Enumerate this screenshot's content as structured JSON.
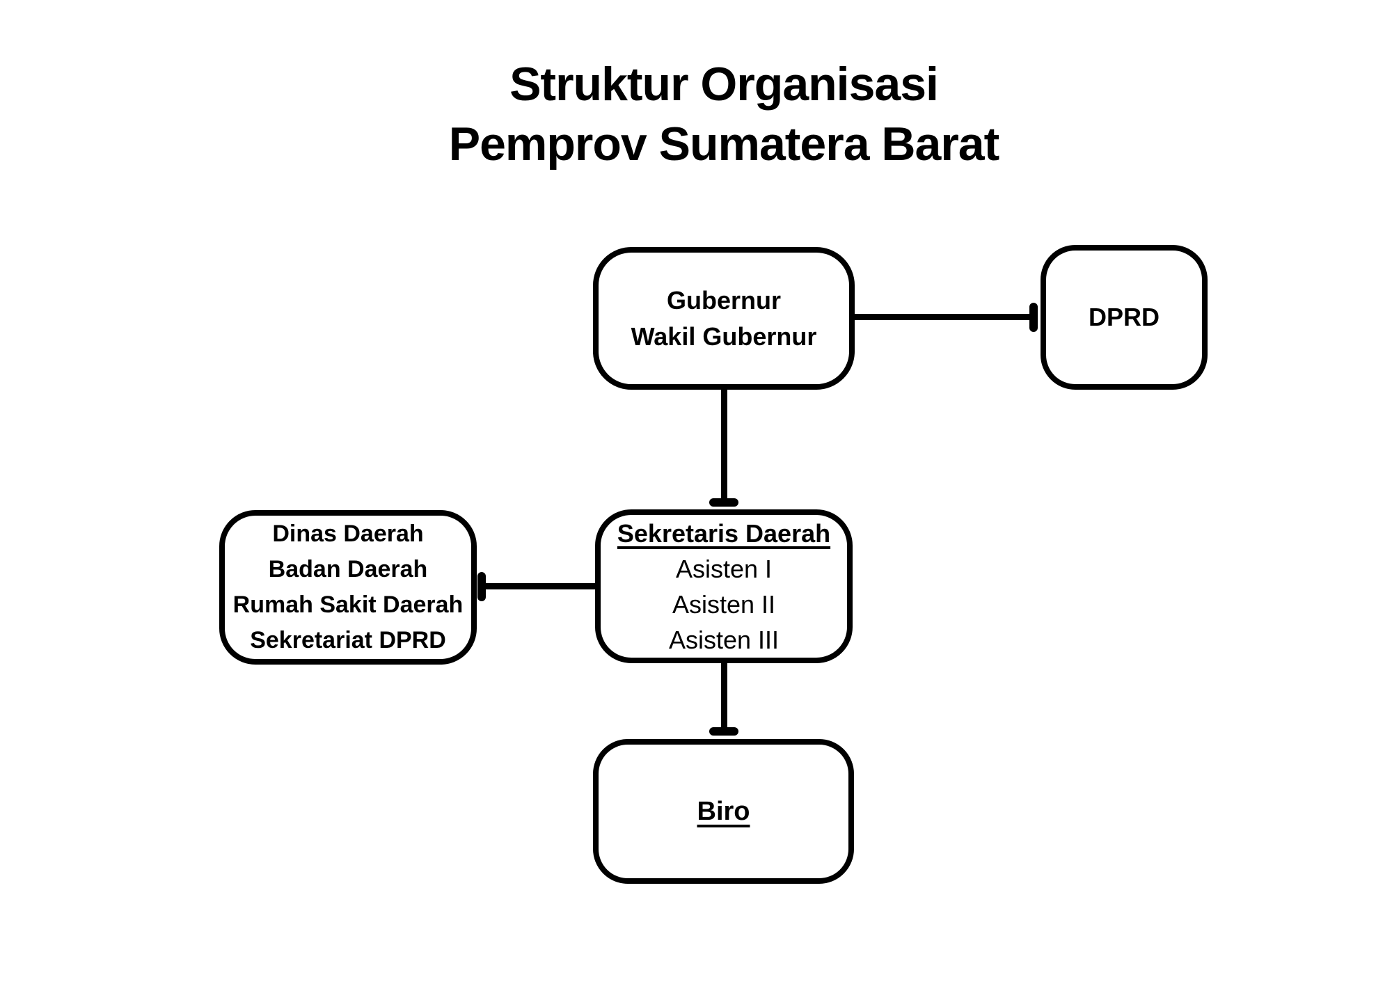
{
  "title": {
    "line1": "Struktur Organisasi",
    "line2": "Pemprov Sumatera Barat"
  },
  "nodes": {
    "gubernur": {
      "lines": [
        "Gubernur",
        "Wakil Gubernur"
      ]
    },
    "dprd": {
      "label": "DPRD"
    },
    "sekretaris": {
      "heading": "Sekretaris Daerah",
      "items": [
        "Asisten I",
        "Asisten II",
        "Asisten III"
      ]
    },
    "dinas": {
      "lines": [
        "Dinas Daerah",
        "Badan Daerah",
        "Rumah Sakit Daerah",
        "Sekretariat DPRD"
      ]
    },
    "biro": {
      "label": "Biro"
    }
  },
  "connectors": [
    {
      "from": "gubernur",
      "to": "dprd",
      "orientation": "horizontal"
    },
    {
      "from": "gubernur",
      "to": "sekretaris",
      "orientation": "vertical"
    },
    {
      "from": "sekretaris",
      "to": "dinas",
      "orientation": "horizontal"
    },
    {
      "from": "sekretaris",
      "to": "biro",
      "orientation": "vertical"
    }
  ],
  "colors": {
    "ink": "#000000",
    "background": "#ffffff",
    "box_fill": "#ffffff"
  }
}
